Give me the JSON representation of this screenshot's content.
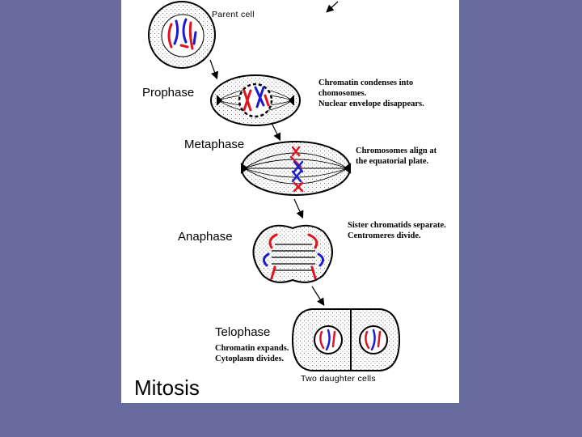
{
  "diagram": {
    "parent_label": "Parent cell",
    "stages": {
      "prophase": "Prophase",
      "metaphase": "Metaphase",
      "anaphase": "Anaphase",
      "telophase": "Telophase"
    },
    "notes": {
      "prophase": [
        "Chromatin condenses into",
        "chomosomes.",
        "Nuclear envelope disappears."
      ],
      "metaphase": [
        "Chromosomes align at",
        "the equatorial plate."
      ],
      "anaphase": [
        "Sister chromatids separate.",
        "Centromeres divide."
      ],
      "telophase": [
        "Chromatin expands.",
        "Cytoplasm divides."
      ]
    },
    "daughter_label": "Two daughter cells",
    "title": "Mitosis"
  },
  "colors": {
    "background": "#676a9c",
    "slide": "#ffffff",
    "chromosome_red": "#e0141e",
    "chromosome_blue": "#1b1bd0",
    "outline": "#000000"
  }
}
